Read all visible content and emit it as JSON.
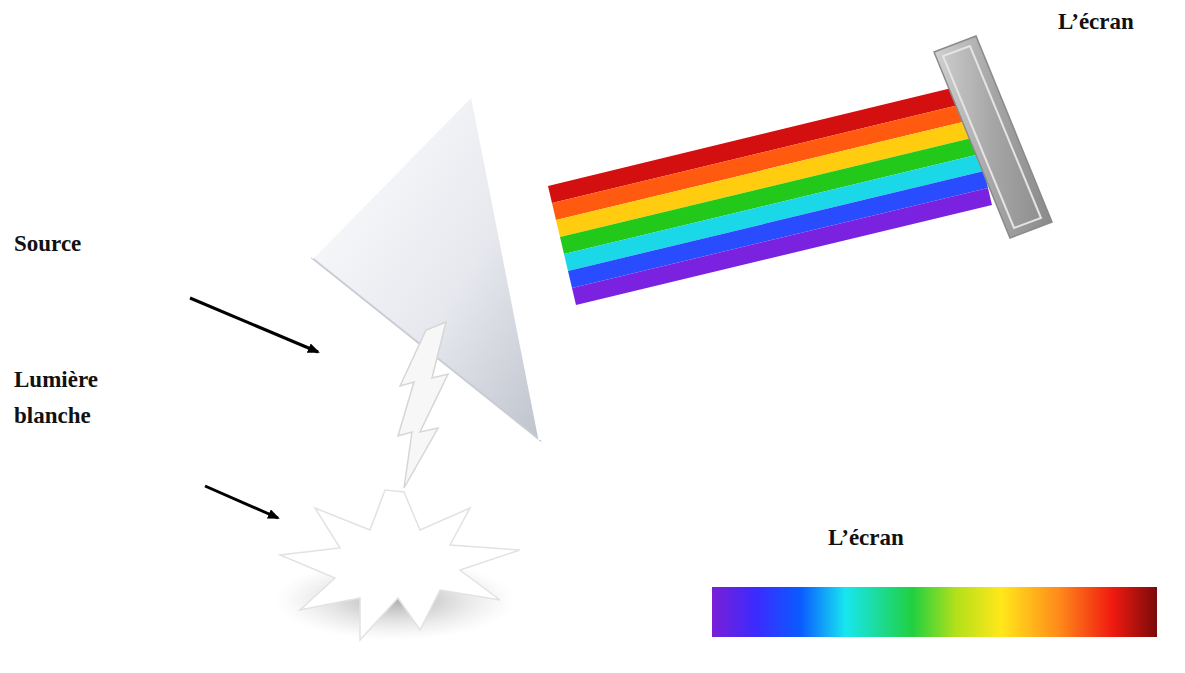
{
  "diagram": {
    "labels": [
      "L’écran",
      "Source",
      "Lumière blanche",
      "L’écran"
    ]
  }
}
